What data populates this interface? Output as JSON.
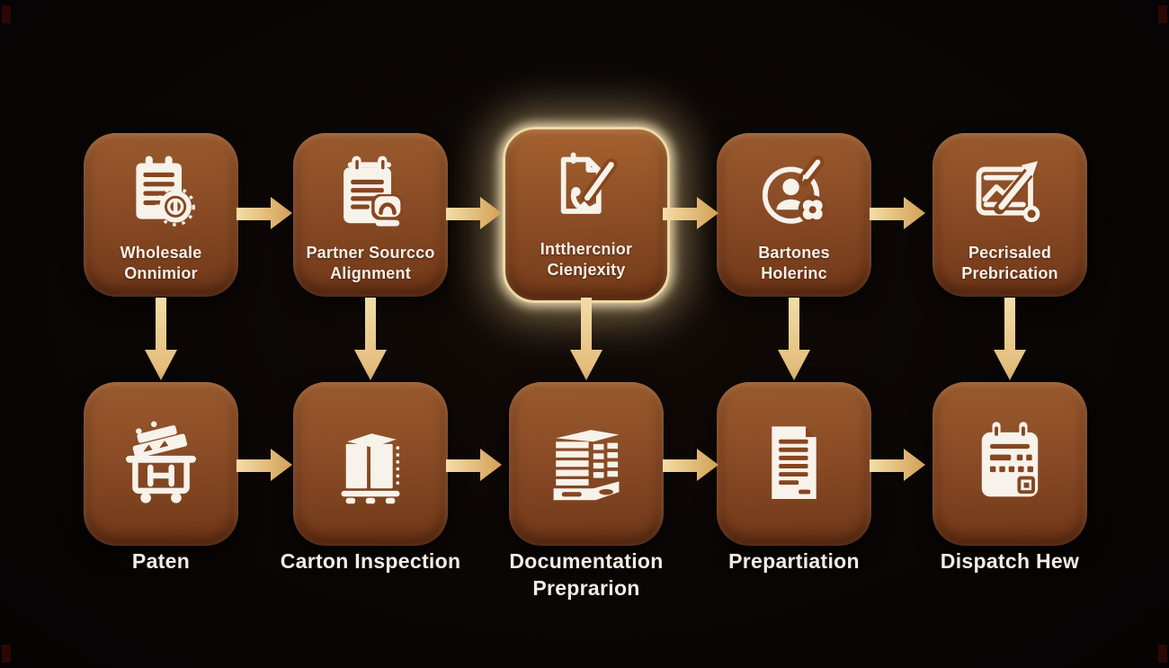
{
  "diagram": {
    "background_color": "#0a0605",
    "node_color": "#8f4f27",
    "node_color_dark": "#70381b",
    "arrow_color": "#f0d7a0",
    "arrow_color_dark": "#d19a4e",
    "highlight_border_color": "#eed9a4",
    "highlight_glow_color": "#ffeccb",
    "text_color": "#f6f0e8",
    "top_row": [
      {
        "id": "wholesale-onnimior",
        "label_line1": "Wholesale",
        "label_line2": "Onnimior",
        "icon": "clipboard-gear-icon",
        "highlighted": false
      },
      {
        "id": "partner-sourcco-alignment",
        "label_line1": "Partner Sourcco",
        "label_line2": "Alignment",
        "icon": "clipboard-pin-icon",
        "highlighted": false
      },
      {
        "id": "intthercnior-cienjexity",
        "label_line1": "Intthercnior",
        "label_line2": "Cienjexity",
        "icon": "document-pen-icon",
        "highlighted": true
      },
      {
        "id": "bartones-holerinc",
        "label_line1": "Bartones",
        "label_line2": "Holerinc",
        "icon": "user-circle-gear-icon",
        "highlighted": false
      },
      {
        "id": "pecrisaled-prebrication",
        "label_line1": "Pecrisaled",
        "label_line2": "Prebrication",
        "icon": "growth-chart-icon",
        "highlighted": false
      }
    ],
    "bottom_row": [
      {
        "id": "paten",
        "label_line1": "Paten",
        "label_line2": "",
        "icon": "cart-icon"
      },
      {
        "id": "carton-inspection",
        "label_line1": "Carton Inspection",
        "label_line2": "",
        "icon": "crate-pallet-icon"
      },
      {
        "id": "documentation-preprarion",
        "label_line1": "Documentation",
        "label_line2": "Preprarion",
        "icon": "stacked-cartons-icon"
      },
      {
        "id": "prepartiation",
        "label_line1": "Prepartiation",
        "label_line2": "",
        "icon": "document-lines-icon"
      },
      {
        "id": "dispatch-hew",
        "label_line1": "Dispatch Hew",
        "label_line2": "",
        "icon": "calendar-icon"
      }
    ]
  }
}
